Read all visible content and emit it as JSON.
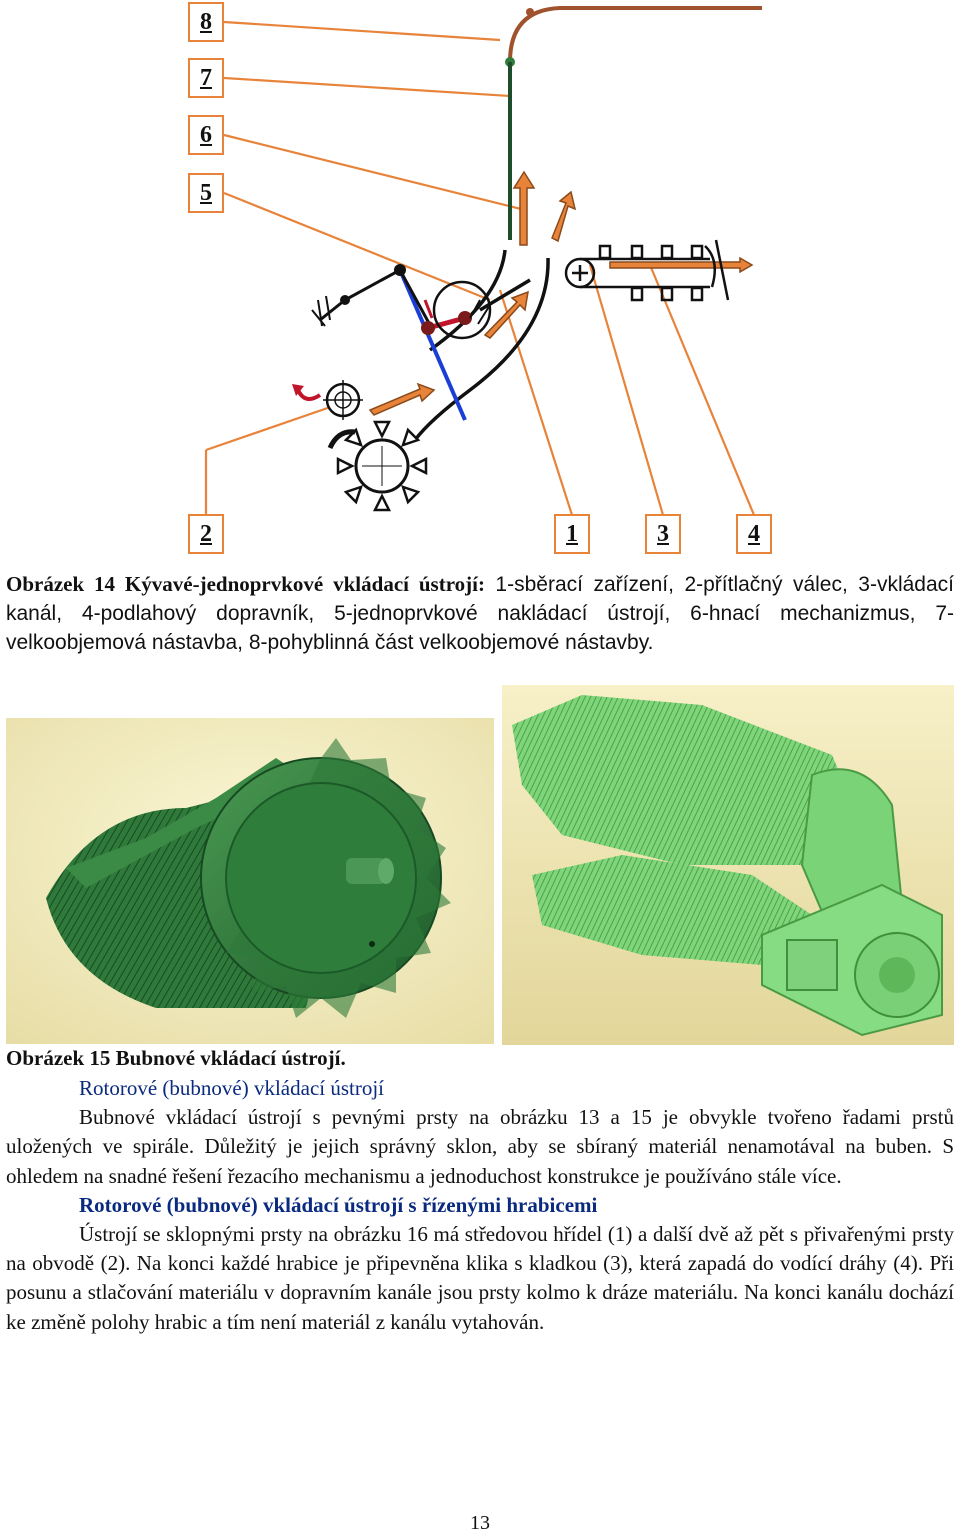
{
  "diagram": {
    "labels_top": [
      "8",
      "7",
      "6",
      "5"
    ],
    "labels_bottom": [
      "2",
      "1",
      "3",
      "4"
    ]
  },
  "caption14": {
    "bold": "Obrázek 14 Kývavé-jednoprvkové vkládací ústrojí:",
    "text": " 1-sběrací zařízení, 2-přítlačný válec, 3-vkládací kanál, 4-podlahový dopravník, 5-jednoprvkové nakládací ústrojí, 6-hnací mechanizmus, 7-velkoobjemová nástavba, 8-pohyblinná část velkoobjemové nástavby."
  },
  "caption15": "Obrázek 15 Bubnové vkládací ústrojí.",
  "section1": {
    "heading": "Rotorové (bubnové) vkládací ústrojí",
    "paragraph": "Bubnové vkládací ústrojí s pevnými prsty  na obrázku 13 a 15 je obvykle tvořeno řadami prstů uložených ve spirále. Důležitý je jejich správný sklon, aby se sbíraný materiál nenamotával na buben. S ohledem na snadné řešení řezacího mechanismu a jednoduchost konstrukce je používáno stále více."
  },
  "section2": {
    "heading": "Rotorové (bubnové) vkládací ústrojí s řízenými hrabicemi",
    "paragraph": "Ústrojí se sklopnými prsty na obrázku 16 má středovou hřídel (1) a další dvě až pět s přivařenými prsty na obvodě (2). Na konci každé hrabice je připevněna klika s kladkou (3), která zapadá do vodící dráhy (4). Při posunu  a stlačování materiálu v dopravním kanále jsou prsty kolmo k dráze materiálu. Na konci kanálu dochází ke změně polohy hrabic a tím není materiál z kanálu vytahován."
  },
  "page_number": "13",
  "colors": {
    "orange": "#e8833a",
    "green": "#2e7d3a",
    "blue": "#1b3fd6",
    "red": "#c0152a",
    "brown": "#a0522d"
  }
}
